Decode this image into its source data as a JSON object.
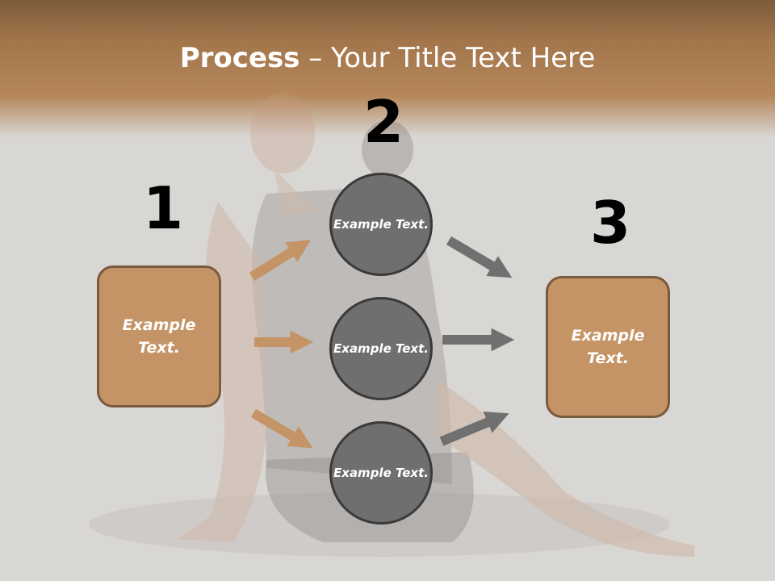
{
  "title": {
    "bold": "Process",
    "rest": " – Your Title Text Here"
  },
  "numbers": [
    "1",
    "2",
    "3"
  ],
  "left_box": {
    "text": "Example Text."
  },
  "right_box": {
    "text": "Example Text."
  },
  "circles": [
    {
      "text": "Example Text."
    },
    {
      "text": "Example Text."
    },
    {
      "text": "Example Text."
    }
  ],
  "colors": {
    "tan": "#c49466",
    "tan_border": "#7a5a3d",
    "circle": "#6f6f6f",
    "arrow_tan": "#c49466",
    "arrow_gray": "#707070"
  }
}
